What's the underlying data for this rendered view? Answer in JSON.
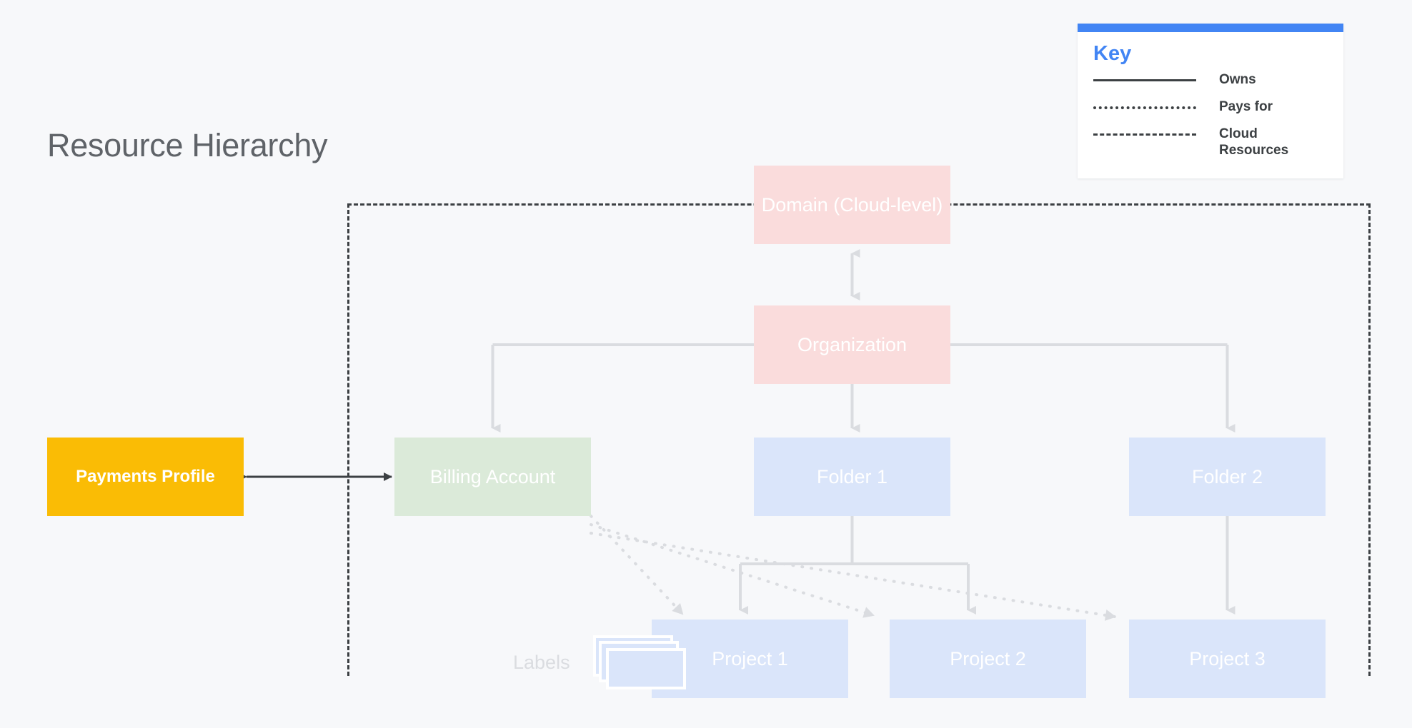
{
  "page": {
    "title": "Resource Hierarchy",
    "background_color": "#f7f8fa"
  },
  "legend": {
    "name": "Key",
    "accent_color": "#4285f4",
    "items": [
      {
        "style": "solid",
        "label": "Owns"
      },
      {
        "style": "dotted",
        "label": "Pays for"
      },
      {
        "style": "dashed",
        "label": "Cloud Resources"
      }
    ]
  },
  "diagram": {
    "type": "hierarchy",
    "nodes": [
      {
        "id": "domain",
        "label": "Domain (Cloud-level)",
        "color": "#fadcdc",
        "text_color": "#ffffff"
      },
      {
        "id": "organization",
        "label": "Organization",
        "color": "#fadcdc",
        "text_color": "#ffffff"
      },
      {
        "id": "billing",
        "label": "Billing Account",
        "color": "#dbead9",
        "text_color": "#ffffff"
      },
      {
        "id": "folder1",
        "label": "Folder 1",
        "color": "#dae5fa",
        "text_color": "#ffffff"
      },
      {
        "id": "folder2",
        "label": "Folder 2",
        "color": "#dae5fa",
        "text_color": "#ffffff"
      },
      {
        "id": "project1",
        "label": "Project 1",
        "color": "#dae5fa",
        "text_color": "#ffffff"
      },
      {
        "id": "project2",
        "label": "Project 2",
        "color": "#dae5fa",
        "text_color": "#ffffff"
      },
      {
        "id": "project3",
        "label": "Project 3",
        "color": "#dae5fa",
        "text_color": "#ffffff"
      },
      {
        "id": "payments",
        "label": "Payments Profile",
        "color": "#fabc05",
        "text_color": "#ffffff"
      },
      {
        "id": "labels",
        "label": "Labels",
        "color": "#dae5fa",
        "text_color": "#dadce0"
      }
    ],
    "edges": [
      {
        "from": "domain",
        "to": "organization",
        "style": "solid",
        "kind": "owns",
        "bidirectional": true
      },
      {
        "from": "organization",
        "to": "billing",
        "style": "solid",
        "kind": "owns"
      },
      {
        "from": "organization",
        "to": "folder1",
        "style": "solid",
        "kind": "owns"
      },
      {
        "from": "organization",
        "to": "folder2",
        "style": "solid",
        "kind": "owns"
      },
      {
        "from": "folder1",
        "to": "project1",
        "style": "solid",
        "kind": "owns"
      },
      {
        "from": "folder1",
        "to": "project2",
        "style": "solid",
        "kind": "owns"
      },
      {
        "from": "folder2",
        "to": "project3",
        "style": "solid",
        "kind": "owns"
      },
      {
        "from": "payments",
        "to": "billing",
        "style": "solid",
        "kind": "owns",
        "bidirectional": true
      },
      {
        "from": "billing",
        "to": "project1",
        "style": "dotted",
        "kind": "pays-for"
      },
      {
        "from": "billing",
        "to": "project2",
        "style": "dotted",
        "kind": "pays-for"
      },
      {
        "from": "billing",
        "to": "project3",
        "style": "dotted",
        "kind": "pays-for"
      }
    ],
    "boundary": {
      "label": "Cloud Resources",
      "style": "dashed",
      "color": "#3c4043"
    }
  }
}
